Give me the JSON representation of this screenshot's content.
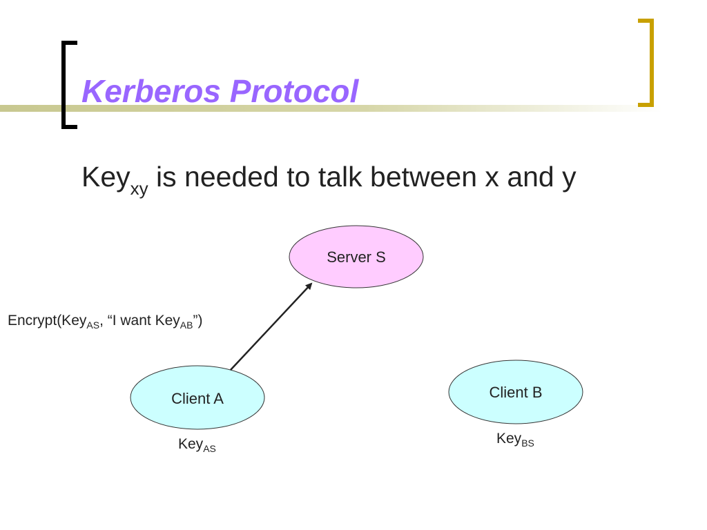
{
  "slide": {
    "title": "Kerberos Protocol",
    "statement": {
      "prefix": "Key",
      "subscript": "xy",
      "suffix": " is needed to talk between x and y"
    }
  },
  "nodes": {
    "server": "Server S",
    "client_a": "Client A",
    "client_b": "Client B"
  },
  "keys": {
    "client_a": {
      "prefix": "Key",
      "subscript": "AS"
    },
    "client_b": {
      "prefix": "Key",
      "subscript": "BS"
    }
  },
  "message": {
    "part1": "Encrypt(Key",
    "sub1": "AS",
    "part2": ", “I want Key",
    "sub2": "AB",
    "part3": "”)"
  },
  "colors": {
    "title": "#9966ff",
    "bracket_left": "#000000",
    "bracket_right": "#c8a000",
    "rule": "#c8c890",
    "server_fill": "#ffccff",
    "client_fill": "#ccffff",
    "stroke": "#222222"
  }
}
